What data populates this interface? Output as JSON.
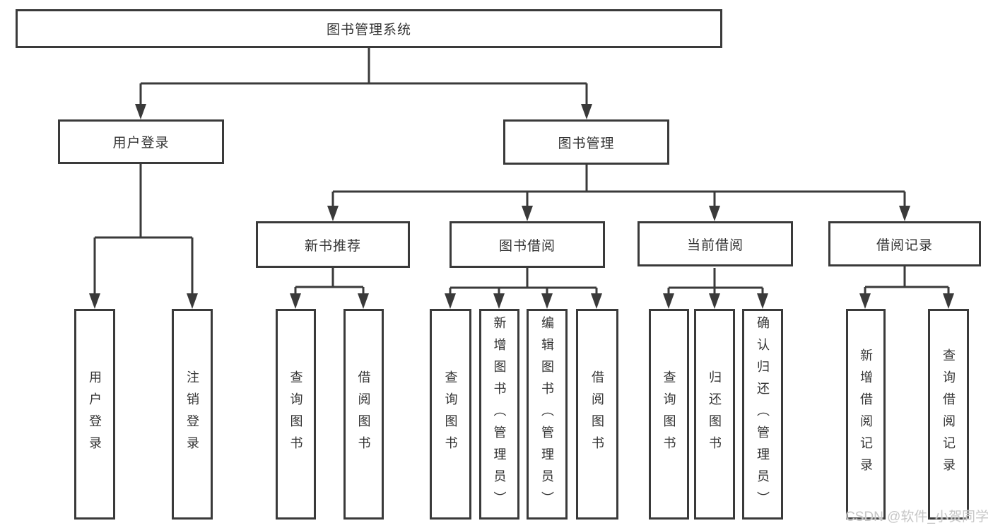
{
  "tree": {
    "root": {
      "label": "图书管理系统"
    },
    "children": [
      {
        "label": "用户登录",
        "children": [
          {
            "label": "用户登录"
          },
          {
            "label": "注销登录"
          }
        ]
      },
      {
        "label": "图书管理",
        "children": [
          {
            "label": "新书推荐",
            "children": [
              {
                "label": "查询图书"
              },
              {
                "label": "借阅图书"
              }
            ]
          },
          {
            "label": "图书借阅",
            "children": [
              {
                "label": "查询图书"
              },
              {
                "label": "新增图书（管理员）"
              },
              {
                "label": "编辑图书（管理员）"
              },
              {
                "label": "借阅图书"
              }
            ]
          },
          {
            "label": "当前借阅",
            "children": [
              {
                "label": "查询图书"
              },
              {
                "label": "归还图书"
              },
              {
                "label": "确认归还（管理员）"
              }
            ]
          },
          {
            "label": "借阅记录",
            "children": [
              {
                "label": "新增借阅记录"
              },
              {
                "label": "查询借阅记录"
              }
            ]
          }
        ]
      }
    ]
  },
  "watermark": "CSDN @软件_小贺同学",
  "colors": {
    "line": "#3a3a3a",
    "text": "#333333",
    "watermark": "#c6c6c6",
    "background": "#ffffff"
  }
}
